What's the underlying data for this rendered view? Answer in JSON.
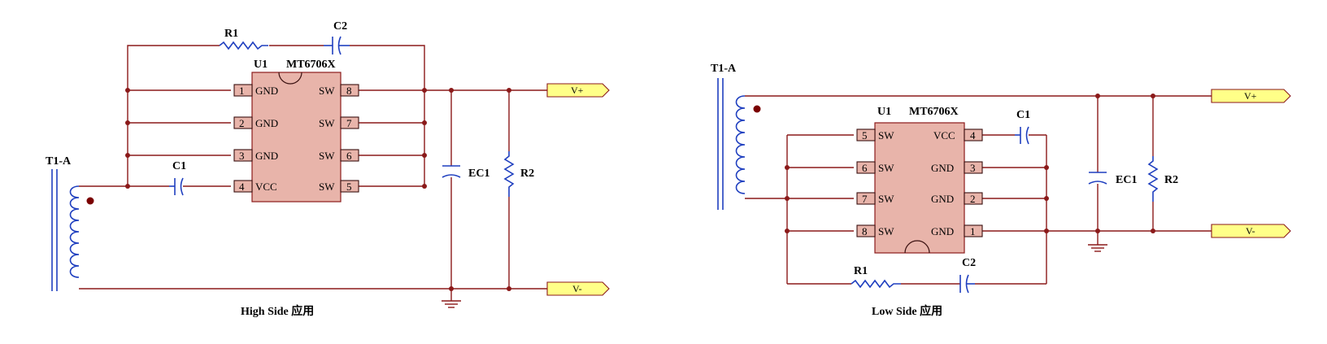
{
  "high_side": {
    "caption": "High Side 应用",
    "transformer": "T1-A",
    "ic": {
      "ref": "U1",
      "part": "MT6706X"
    },
    "left_pins": [
      {
        "num": "1",
        "name": "GND"
      },
      {
        "num": "2",
        "name": "GND"
      },
      {
        "num": "3",
        "name": "GND"
      },
      {
        "num": "4",
        "name": "VCC"
      }
    ],
    "right_pins": [
      {
        "num": "8",
        "name": "SW"
      },
      {
        "num": "7",
        "name": "SW"
      },
      {
        "num": "6",
        "name": "SW"
      },
      {
        "num": "5",
        "name": "SW"
      }
    ],
    "r1": "R1",
    "c2": "C2",
    "c1": "C1",
    "ec1": "EC1",
    "r2": "R2",
    "vplus": "V+",
    "vminus": "V-"
  },
  "low_side": {
    "caption": "Low Side 应用",
    "transformer": "T1-A",
    "ic": {
      "ref": "U1",
      "part": "MT6706X"
    },
    "left_pins": [
      {
        "num": "5",
        "name": "SW"
      },
      {
        "num": "6",
        "name": "SW"
      },
      {
        "num": "7",
        "name": "SW"
      },
      {
        "num": "8",
        "name": "SW"
      }
    ],
    "right_pins": [
      {
        "num": "4",
        "name": "VCC"
      },
      {
        "num": "3",
        "name": "GND"
      },
      {
        "num": "2",
        "name": "GND"
      },
      {
        "num": "1",
        "name": "GND"
      }
    ],
    "r1": "R1",
    "c2": "C2",
    "c1": "C1",
    "ec1": "EC1",
    "r2": "R2",
    "vplus": "V+",
    "vminus": "V-"
  }
}
